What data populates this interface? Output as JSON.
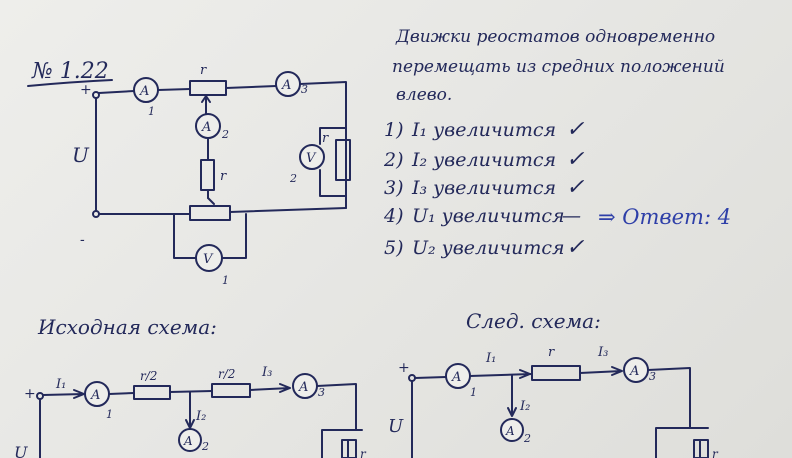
{
  "problem_number": "№ 1.22",
  "labels": {
    "plus": "+",
    "minus": "-",
    "voltage": "U",
    "ammeter": "A",
    "voltmeter": "V",
    "resistor_r": "r",
    "resistor_half": "r/2",
    "sub1": "1",
    "sub2": "2",
    "sub3": "3",
    "current_1": "I₁",
    "current_2": "I₂",
    "current_3": "I₃"
  },
  "statement": {
    "line1": "Движки реостатов одновременно",
    "line2": "перемещать из средних положений",
    "line3": "влево."
  },
  "items": [
    {
      "n": "1)",
      "text": "I₁ увеличится",
      "mark": "✓"
    },
    {
      "n": "2)",
      "text": "I₂ увеличится",
      "mark": "✓"
    },
    {
      "n": "3)",
      "text": "I₃ увеличится",
      "mark": "✓"
    },
    {
      "n": "4)",
      "text": "U₁ увеличится",
      "mark": "—"
    },
    {
      "n": "5)",
      "text": "U₂ увеличится",
      "mark": "✓"
    }
  ],
  "answer": "⇒ Ответ: 4",
  "headings": {
    "initial": "Исходная схема:",
    "next": "След. схема:"
  },
  "colors": {
    "ink": "#23295a",
    "paper": "#eeeeeb"
  }
}
